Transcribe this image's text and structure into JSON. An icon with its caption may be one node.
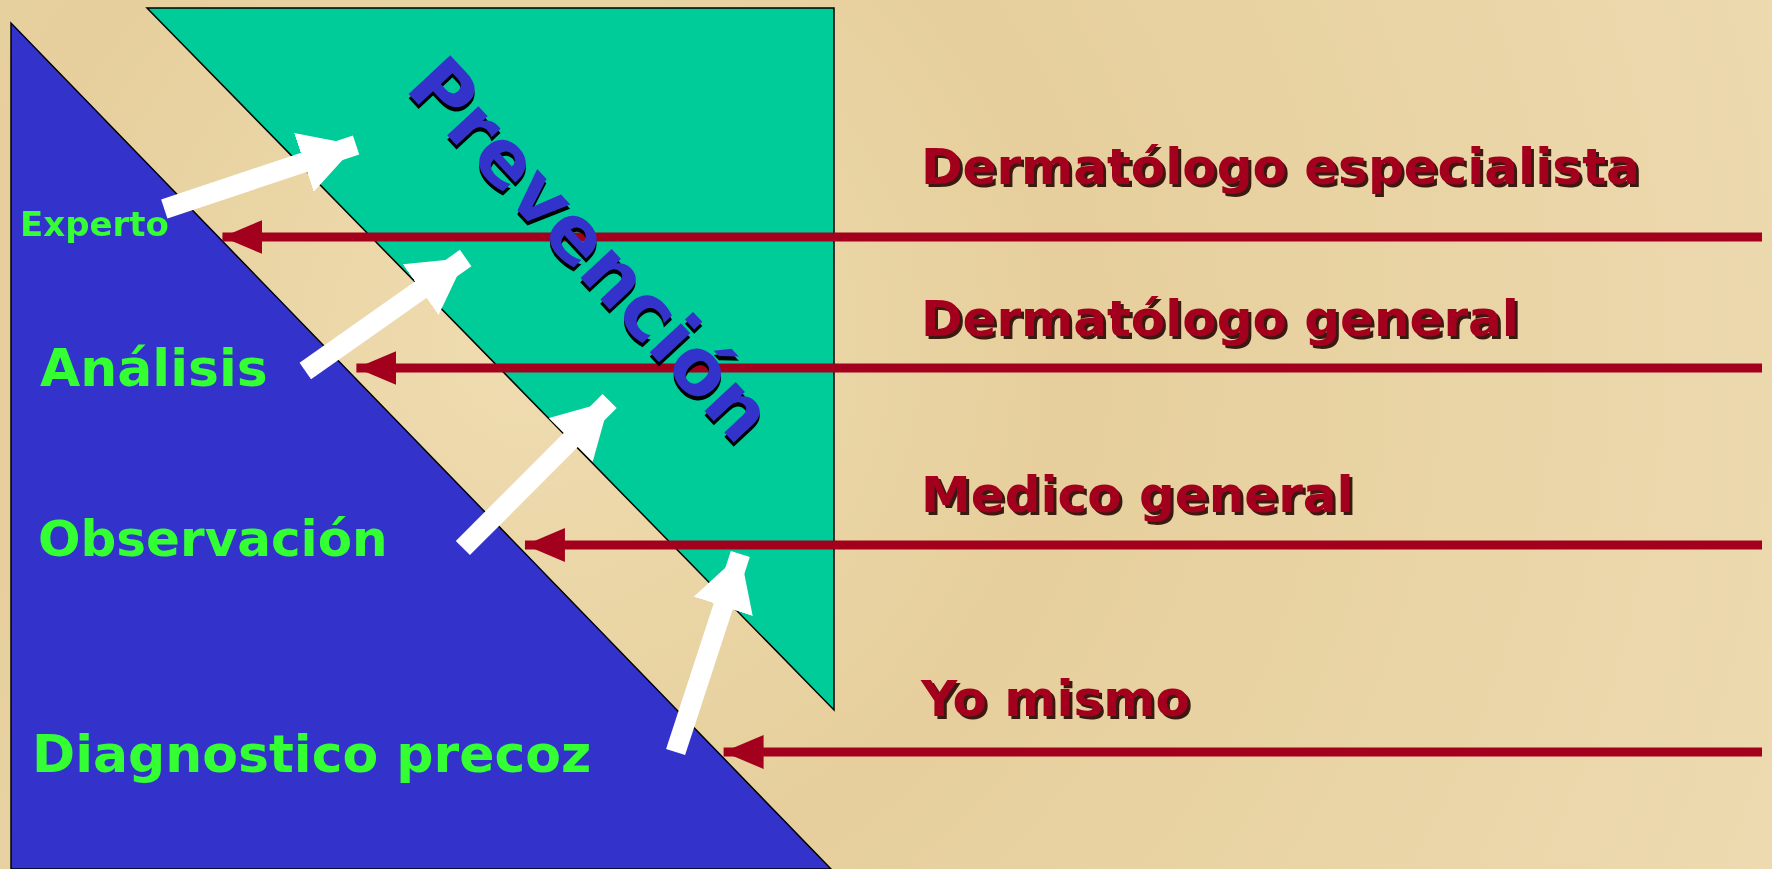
{
  "diagram": {
    "nodes": [
      {
        "text": [
          "Experto",
          "Análisis",
          "Observación",
          "Diagnostico precoz"
        ]
      },
      {
        "text": [
          "Prevención"
        ]
      }
    ],
    "edges": [
      {
        "from": null,
        "to": 0,
        "arrow": "to",
        "label": "Dermatólogo especialista",
        "color": "#a3001e"
      },
      {
        "from": null,
        "to": 0,
        "arrow": "to",
        "label": "Dermatólogo general",
        "color": "#a3001e"
      },
      {
        "from": null,
        "to": 0,
        "arrow": "to",
        "label": "Medico general",
        "color": "#a3001e"
      },
      {
        "from": null,
        "to": 0,
        "arrow": "to",
        "label": "Yo mismo",
        "color": "#a3001e"
      },
      {
        "from": 0,
        "to": 1,
        "arrow": "to",
        "style": "thick",
        "color": "#ffffff"
      },
      {
        "from": 0,
        "to": 1,
        "arrow": "to",
        "style": "thick",
        "color": "#ffffff"
      },
      {
        "from": 0,
        "to": 1,
        "arrow": "to",
        "style": "thick",
        "color": "#ffffff"
      },
      {
        "from": 0,
        "to": 1,
        "arrow": "to",
        "style": "thick",
        "color": "#ffffff"
      }
    ]
  }
}
